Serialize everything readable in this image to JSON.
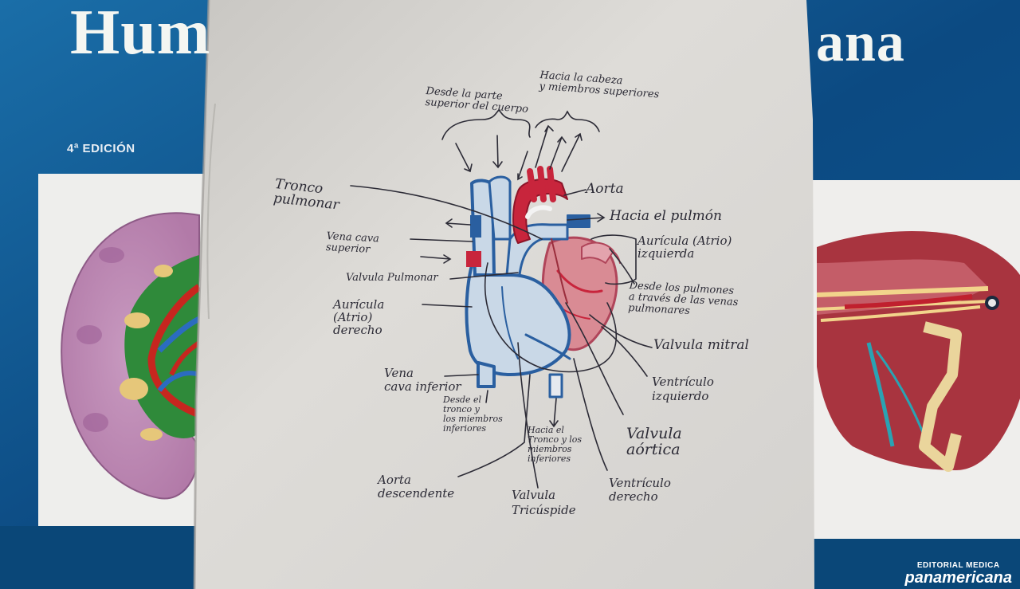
{
  "book": {
    "title_left": "Hum",
    "title_right": "ana",
    "edition": "4ª EDICIÓN",
    "publisher_line1": "EDITORIAL MEDICA",
    "publisher_line2": "panamericana"
  },
  "drawing": {
    "labels": {
      "desde_parte_superior": "Desde la parte\nsuperior del cuerpo",
      "hacia_cabeza": "Hacia la cabeza\ny miembros superiores",
      "tronco_pulmonar": "Tronco\npulmonar",
      "aorta": "Aorta",
      "hacia_pulmon": "Hacia el pulmón",
      "vena_cava_superior": "Vena cava\nsuperior",
      "auricula_izquierda": "Aurícula (Atrio)\nizquierda",
      "valvula_pulmonar": "Valvula Pulmonar",
      "desde_pulmones": "Desde los pulmones\na través de las venas\npulmonares",
      "auricula_derecha": "Aurícula\n(Atrio)\nderecho",
      "valvula_mitral": "Valvula mitral",
      "vena_cava_inferior": "Vena\ncava inferior",
      "ventriculo_izquierdo": "Ventrículo\nizquierdo",
      "desde_tronco": "Desde el\ntronco y\nlos miembros\ninferiores",
      "hacia_tronco": "Hacia el\nTronco y los\nmiembros\ninferiores",
      "valvula_aortica": "Valvula\naórtica",
      "aorta_descendente": "Aorta\ndescendente",
      "valvula_tricuspide": "Valvula\nTricúspide",
      "ventriculo_derecho": "Ventrículo\nderecho"
    }
  },
  "colors": {
    "background": "#0d4f86",
    "paper": "#dcdad6",
    "ink": "#2c2b36",
    "vein_blue": "#2a5fa0",
    "artery_red": "#c8253c",
    "muscle_pink": "#d98b94"
  }
}
